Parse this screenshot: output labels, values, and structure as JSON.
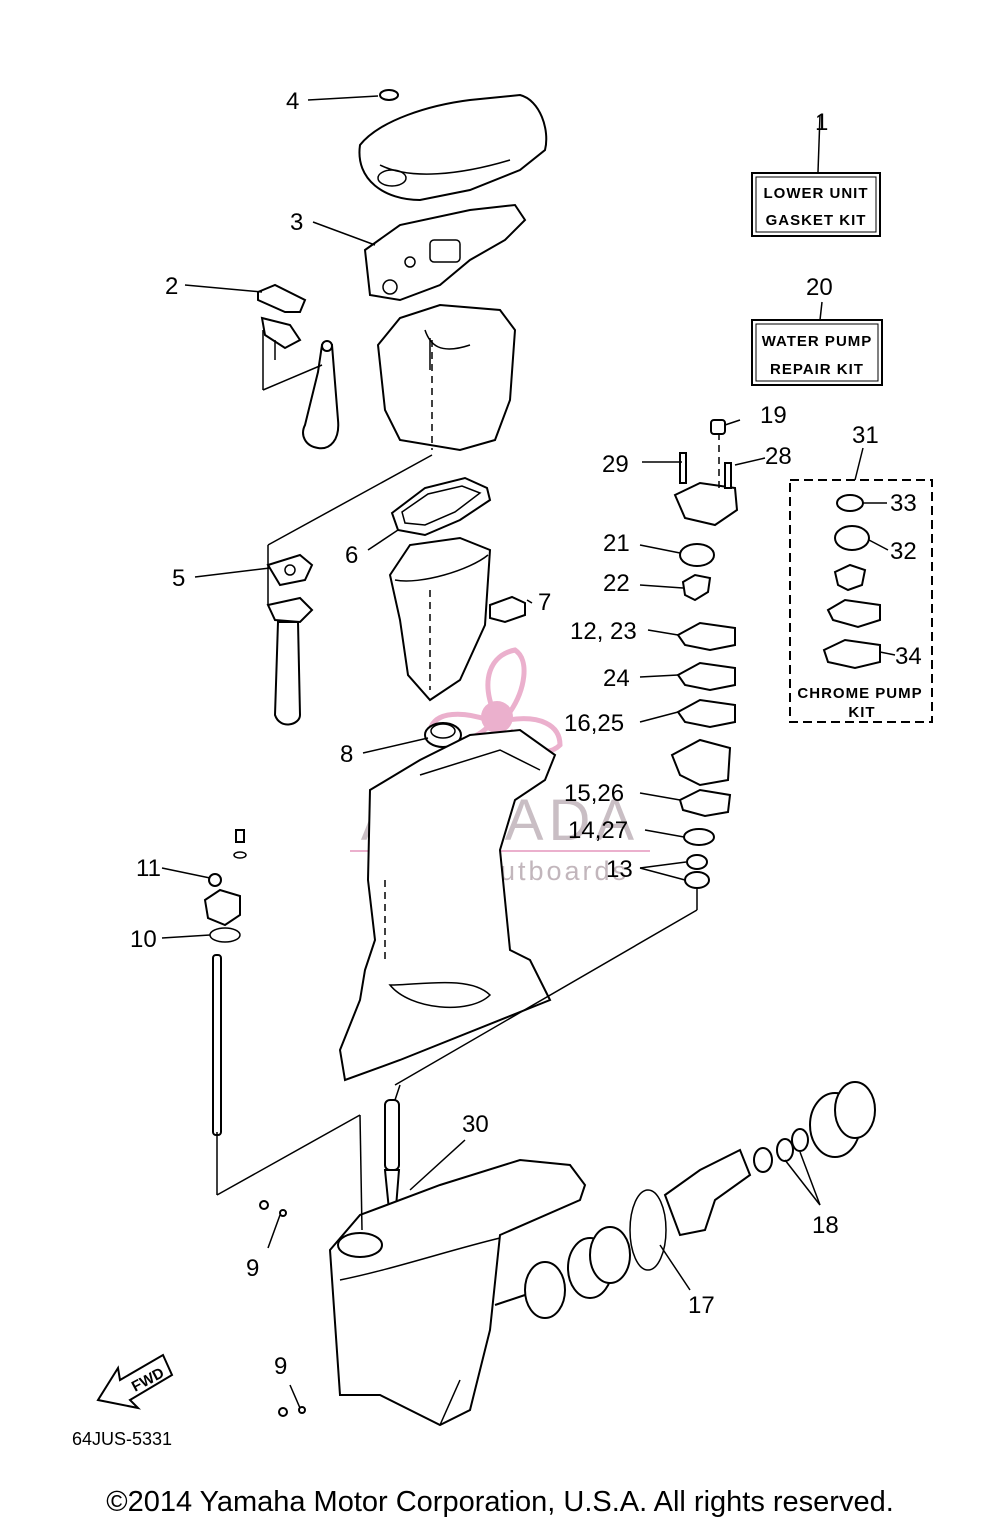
{
  "callouts": {
    "c1": "1",
    "c2": "2",
    "c3": "3",
    "c4": "4",
    "c5": "5",
    "c6": "6",
    "c7": "7",
    "c8": "8",
    "c9a": "9",
    "c9b": "9",
    "c10": "10",
    "c11": "11",
    "c12_23": "12, 23",
    "c13": "13",
    "c14_27": "14,27",
    "c15_26": "15,26",
    "c16_25": "16,25",
    "c17": "17",
    "c18": "18",
    "c19": "19",
    "c20": "20",
    "c21": "21",
    "c22": "22",
    "c24": "24",
    "c28": "28",
    "c29": "29",
    "c30": "30",
    "c31": "31",
    "c32": "32",
    "c33": "33",
    "c34": "34"
  },
  "kits": {
    "gasket_line1": "LOWER UNIT",
    "gasket_line2": "GASKET KIT",
    "water_line1": "WATER PUMP",
    "water_line2": "REPAIR KIT",
    "chrome_line1": "CHROME PUMP",
    "chrome_line2": "KIT"
  },
  "watermark": {
    "brand": "ARMADA",
    "tagline": "marine outboards",
    "color": "#e9a8c8"
  },
  "fwd_label": "FWD",
  "diagram_code": "64JUS-5331",
  "copyright": "©2014 Yamaha Motor Corporation, U.S.A. All rights reserved."
}
